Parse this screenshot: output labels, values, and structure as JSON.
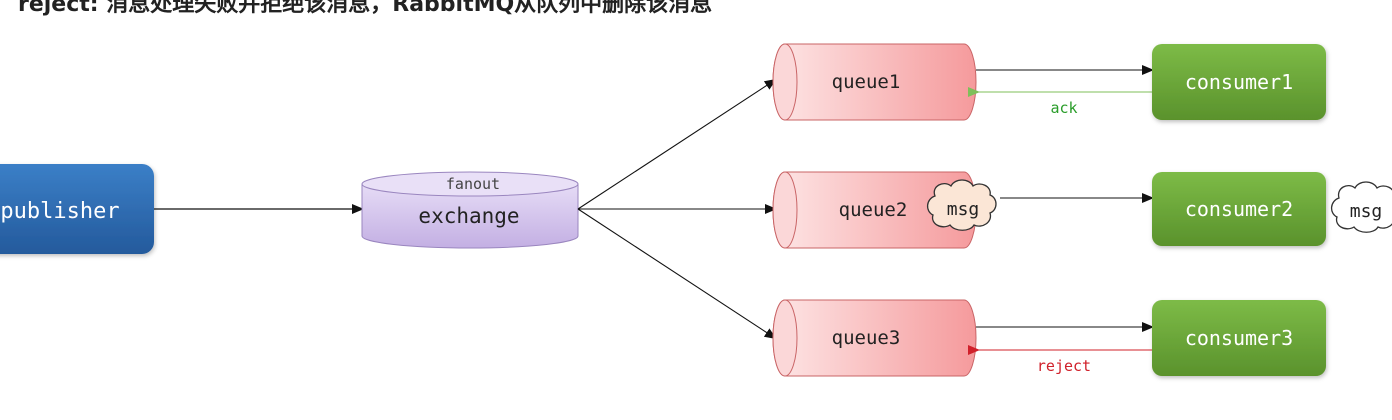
{
  "header": {
    "text": "reject: 消息处理失败并拒绝该消息，RabbitMQ从队列中删除该消息"
  },
  "publisher": {
    "label": "publisher"
  },
  "exchange": {
    "label": "exchange",
    "type_label": "fanout"
  },
  "queues": [
    {
      "label": "queue1"
    },
    {
      "label": "queue2"
    },
    {
      "label": "queue3"
    }
  ],
  "consumers": [
    {
      "label": "consumer1"
    },
    {
      "label": "consumer2"
    },
    {
      "label": "consumer3"
    }
  ],
  "messages": {
    "in_queue2": "msg",
    "at_consumer2": "msg"
  },
  "responses": {
    "ack": "ack",
    "reject": "reject"
  },
  "colors": {
    "publisher": "#2e6bb0",
    "exchange": "#c9b8e6",
    "queue": "#f7a6a8",
    "consumer": "#6aa33a",
    "ack": "#2a9d2a",
    "reject": "#d0202a",
    "arrow": "#111111"
  }
}
